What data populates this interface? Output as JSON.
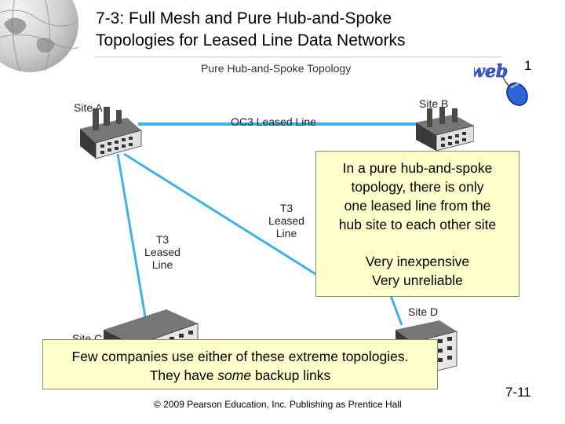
{
  "slide": {
    "title_line1": "7-3: Full Mesh and Pure Hub-and-Spoke",
    "title_line2": "Topologies for Leased Line Data Networks",
    "slide_marker": "1",
    "page_number": "7-11",
    "copyright": "© 2009 Pearson Education, Inc.  Publishing as Prentice Hall",
    "logo_text": "web"
  },
  "diagram": {
    "title": "Pure Hub-and-Spoke Topology",
    "sites": {
      "a": "Site A",
      "b": "Site B",
      "c": "Site C",
      "d": "Site D"
    },
    "links": {
      "oc3": "OC3 Leased Line",
      "t3_right_1": "T3",
      "t3_right_2": "Leased",
      "t3_right_3": "Line",
      "t3_left_1": "T3",
      "t3_left_2": "Leased",
      "t3_left_3": "Line"
    },
    "colors": {
      "link": "#3fb0e8",
      "building": "#4a4a4a",
      "note_bg": "#ffffcc"
    }
  },
  "notes": {
    "main_line1": "In a pure hub-and-spoke",
    "main_line2": "topology, there is only",
    "main_line3": "one leased line from the",
    "main_line4": "hub site to each other site",
    "main_line5": "Very inexpensive",
    "main_line6": "Very unreliable",
    "bottom_line1": "Few companies use either of these extreme topologies.",
    "bottom_line2_pre": "They have ",
    "bottom_line2_em": "some",
    "bottom_line2_post": " backup links"
  }
}
